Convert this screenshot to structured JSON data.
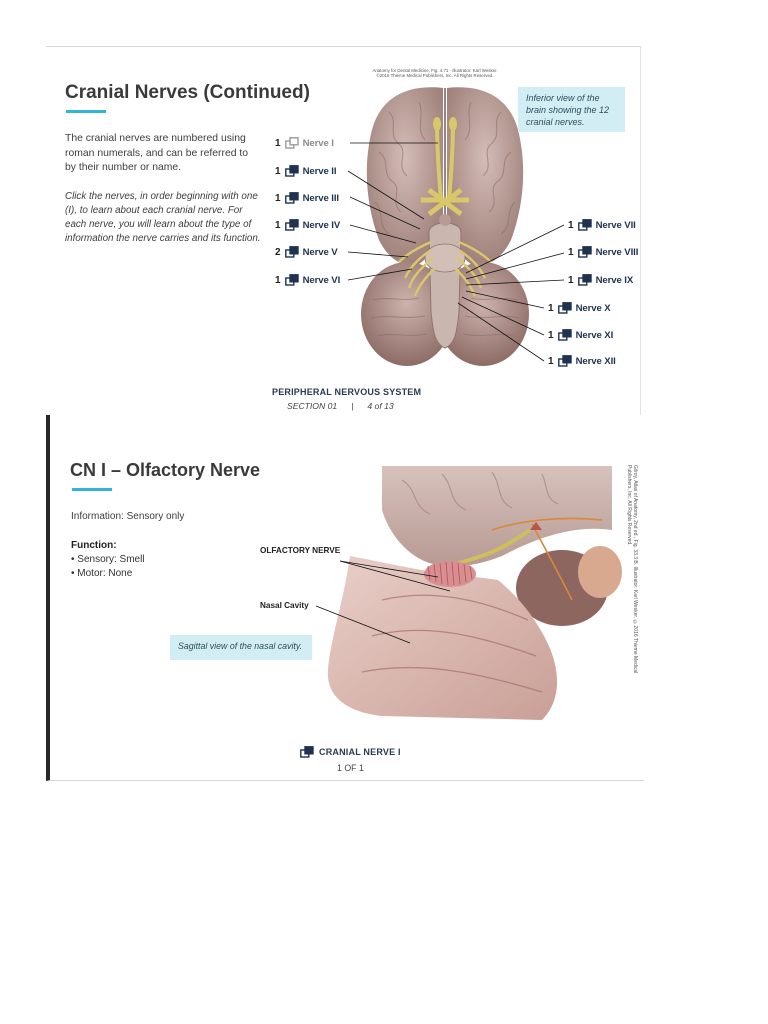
{
  "slide1": {
    "title": "Cranial Nerves (Continued)",
    "intro": "The cranial nerves are numbered using roman numerals, and can be referred to by their number or name.",
    "instructions": "Click the nerves, in order beginning with one (I), to learn about each cranial nerve. For each nerve, you will learn about the type of information the nerve carries and its function.",
    "credit_line1": "Anatomy for Dental Medicine, Fig. 4.71 · Illustrator: Karl Wesker.",
    "credit_line2": "©2016 Thieme Medical Publishers, Inc. All Rights Reserved.",
    "callout": "Inferior view of the brain showing the 12 cranial nerves.",
    "nerves_left": [
      {
        "count": "1",
        "label": "Nerve I"
      },
      {
        "count": "1",
        "label": "Nerve II"
      },
      {
        "count": "1",
        "label": "Nerve III"
      },
      {
        "count": "1",
        "label": "Nerve IV"
      },
      {
        "count": "2",
        "label": "Nerve V"
      },
      {
        "count": "1",
        "label": "Nerve VI"
      }
    ],
    "nerves_right": [
      {
        "count": "1",
        "label": "Nerve VII"
      },
      {
        "count": "1",
        "label": "Nerve VIII"
      },
      {
        "count": "1",
        "label": "Nerve IX"
      },
      {
        "count": "1",
        "label": "Nerve X"
      },
      {
        "count": "1",
        "label": "Nerve XI"
      },
      {
        "count": "1",
        "label": "Nerve XII"
      }
    ],
    "footer_title": "PERIPHERAL NERVOUS SYSTEM",
    "footer_section": "SECTION 01",
    "footer_separator": "|",
    "footer_page": "4 of 13"
  },
  "slide2": {
    "title": "CN I – Olfactory Nerve",
    "information": "Information: Sensory only",
    "function_heading": "Function:",
    "function_items": [
      "• Sensory: Smell",
      "• Motor: None"
    ],
    "label_olfactory": "OLFACTORY NERVE",
    "label_nasal": "Nasal Cavity",
    "callout": "Sagittal view of the nasal cavity.",
    "credit_vertical": "Gilroy, Atlas of Anatomy, 2nd ed., Fig. 33.3 B. Illustrator: Karl Wesker. ©2016 Thieme Medical Publishers, Inc. All Rights Reserved.",
    "footer_title": "CRANIAL NERVE I",
    "footer_page": "1 OF 1"
  },
  "colors": {
    "accent": "#34b4d5",
    "callout_bg": "#d2eef4",
    "nerve_button_text": "#1f3350",
    "visited_button_text": "#8c8c8c",
    "brain_tissue": "#c5aaa4",
    "nerve_yellow": "#d9c86a"
  },
  "icons": {
    "nerve_button": "popup-window-icon",
    "footer_button": "popup-window-icon"
  }
}
